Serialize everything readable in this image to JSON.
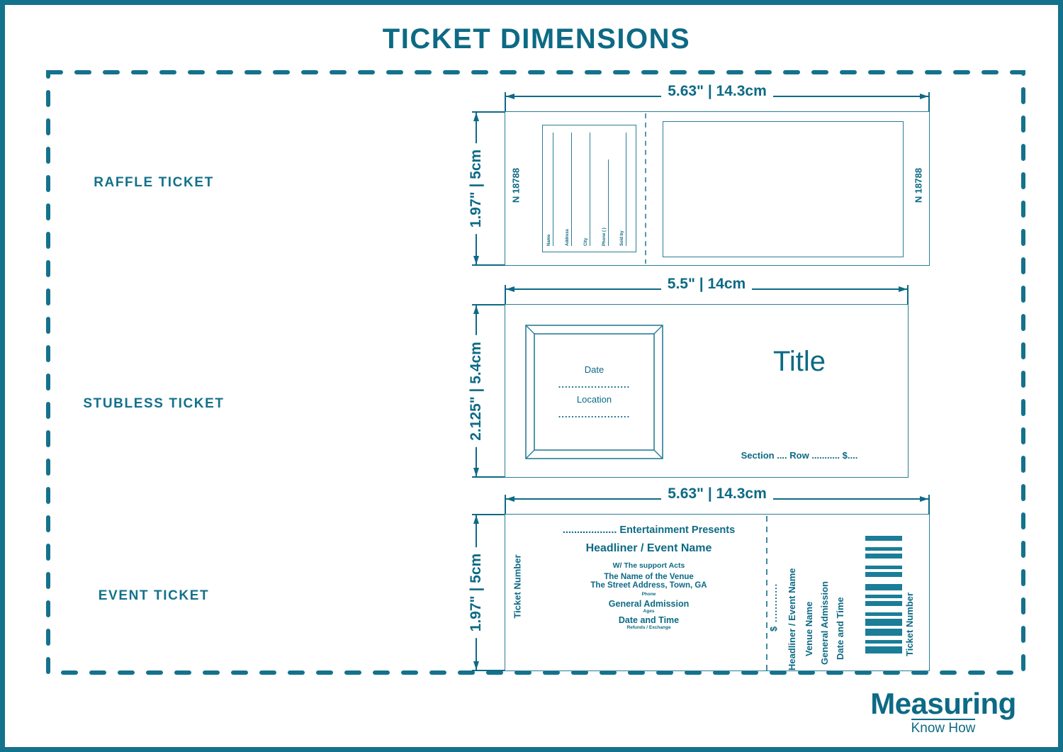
{
  "page": {
    "title": "TICKET DIMENSIONS",
    "accent_color": "#0d6a85",
    "line_color": "#2a7d96",
    "border_color": "#14728c",
    "background": "#ffffff"
  },
  "logo": {
    "name": "Measuring",
    "tagline": "Know How"
  },
  "rows": [
    {
      "label": "RAFFLE TICKET",
      "width_dim": "5.63\" | 14.3cm",
      "height_dim": "1.97\" | 5cm"
    },
    {
      "label": "STUBLESS TICKET",
      "width_dim": "5.5\" | 14cm",
      "height_dim": "2.125\" | 5.4cm"
    },
    {
      "label": "EVENT TICKET",
      "width_dim": "5.63\" | 14.3cm",
      "height_dim": "1.97\" | 5cm"
    }
  ],
  "raffle_ticket": {
    "serial_left": "N 18788",
    "serial_right": "N 18788",
    "fields": [
      "Name",
      "Address",
      "City",
      "Phone (  )",
      "Sold by"
    ]
  },
  "stubless_ticket": {
    "frame": {
      "date_label": "Date",
      "date_dots": "......................",
      "location_label": "Location",
      "location_dots": "......................"
    },
    "title": "Title",
    "meta": "Section ....  Row ........... $...."
  },
  "event_ticket": {
    "ticket_number_left": "Ticket Number",
    "presents": "................... Entertainment Presents",
    "headliner": "Headliner / Event Name",
    "support": "W/ The support  Acts",
    "venue": "The Name of the Venue",
    "address": "The Street Address, Town, GA",
    "phone": "Phone",
    "admission": "General Admission",
    "ages": "Ages",
    "date_time": "Date and Time",
    "refunds": "Refunds / Exchange",
    "stub": {
      "price": "$ ............",
      "headliner": "Headliner / Event Name",
      "venue_name": "Venue Name",
      "admission": "General Admission",
      "date_time": "Date and Time",
      "ticket_number": "Ticket Number"
    }
  }
}
